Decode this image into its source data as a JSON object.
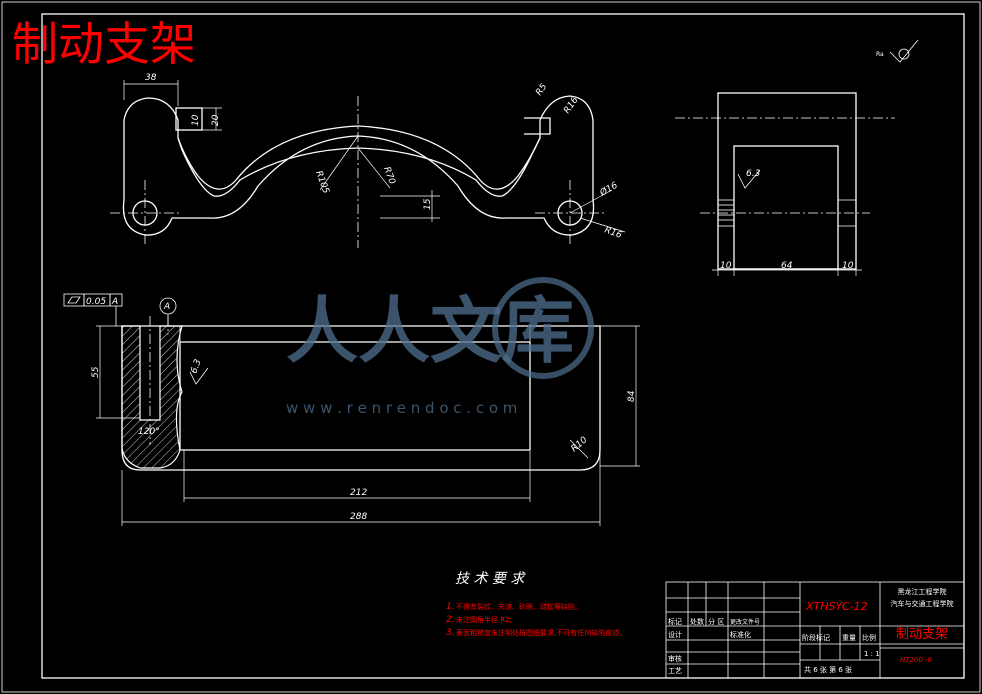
{
  "title": "制动支架",
  "surface_symbol": "Ra",
  "top_view": {
    "dim_width_top": "38",
    "dim_slot_height": "20",
    "dim_slot_width": "10",
    "dim_R5": "R5",
    "dim_R16": "R16",
    "dim_R105": "R105",
    "dim_R70": "R70",
    "dim_15": "15",
    "dim_hole": "Ø16",
    "dim_R16b": "R16"
  },
  "side_view": {
    "dim_ra": "6.3",
    "dim_left": "10",
    "dim_mid": "64",
    "dim_right": "10"
  },
  "front_view": {
    "tolerance_symbol": "⏥",
    "tolerance_value": "0.05",
    "datum": "A",
    "datum_circle": "A",
    "dim_55": "55",
    "dim_ra": "6.3",
    "dim_120": "120°",
    "dim_R10": "R10",
    "dim_84": "84",
    "dim_212": "212",
    "dim_288": "288"
  },
  "tech_requirements": {
    "heading": "技 术 要 求",
    "items": [
      {
        "num": "1.",
        "text": "不得有裂纹、夹渣、砂眼、疏松等缺陷;"
      },
      {
        "num": "2.",
        "text": "未注圆角半径 R2;"
      },
      {
        "num": "3.",
        "text": "表面粗糙度未注明处按图纸要求,不可有任何缺陷痕迹。"
      }
    ]
  },
  "title_block": {
    "drawing_no": "XTHSYC-12",
    "school_line1": "黑龙江工程学院",
    "school_line2": "汽车与交通工程学院",
    "part_name": "制动支架",
    "material": "HT200 -6",
    "row_labels": [
      "标记",
      "处数",
      "分 区",
      "更改文件号"
    ],
    "design": "设计",
    "standardize": "标准化",
    "review": "审核",
    "process": "工艺",
    "stage_mark": "阶段标记",
    "weight": "重量",
    "scale": "比例",
    "scale_value": "1 : 1",
    "sheets": "共 6 张  第 6 张"
  },
  "watermark": {
    "main": "人人文库",
    "url": "w w w . r e n r e n d o c . c o m"
  }
}
